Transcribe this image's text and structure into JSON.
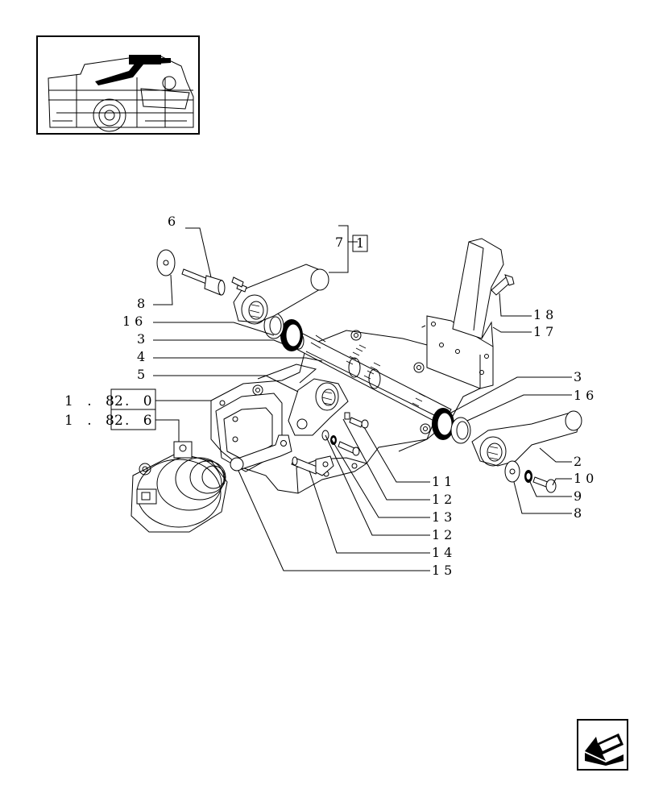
{
  "callouts": {
    "c6": "6",
    "c7": "7",
    "c7_box": "1",
    "c8_top": "8",
    "c16_left": "16",
    "c3_left": "3",
    "c4": "4",
    "c5": "5",
    "c18": "18",
    "c17": "17",
    "c3_right": "3",
    "c16_right": "16",
    "c2": "2",
    "c10": "10",
    "c9": "9",
    "c8_bottom": "8",
    "c11": "11",
    "c12_a": "12",
    "c13": "13",
    "c12_b": "12",
    "c14": "14",
    "c15": "15"
  },
  "references": {
    "ref_a": {
      "prefix": "1 . 8",
      "boxed": "2",
      "suffix": ". 0"
    },
    "ref_b": {
      "prefix": "1 . 8",
      "boxed": "2",
      "suffix": ". 6"
    }
  },
  "icons": {
    "thumbnail": "tractor-lift-arm-locator-icon",
    "nav": "previous-page-arrow-icon"
  }
}
